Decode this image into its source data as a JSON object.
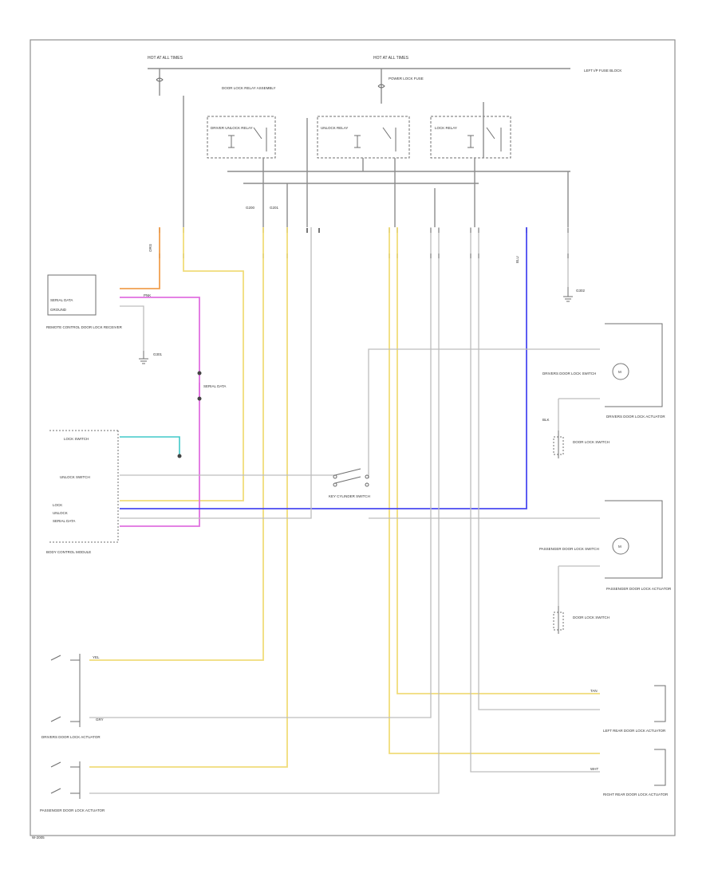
{
  "diagram": {
    "labels": {
      "hot_at_all_times_left": "HOT AT ALL TIMES",
      "hot_at_all_times_mid": "HOT AT ALL TIMES",
      "left_ip_fuse_block": "LEFT I/P FUSE BLOCK",
      "power_lock_fuse": "POWER LOCK FUSE",
      "door_lock_relay": "DOOR LOCK RELAY ASSEMBLY",
      "unlock_relay": "UNLOCK RELAY",
      "driver_unlock_relay": "DRIVER UNLOCK RELAY",
      "lock_relay": "LOCK RELAY",
      "remote_control_door_lock_receiver": "REMOTE CONTROL DOOR LOCK RECEIVER",
      "g200": "G200",
      "g201": "G201",
      "g301": "G301",
      "g302": "G302",
      "serial_data": "SERIAL DATA",
      "ground": "GROUND",
      "body_control_module": "BODY CONTROL MODULE",
      "lock_switch": "LOCK SWITCH",
      "unlock_switch": "UNLOCK SWITCH",
      "drivers_door_lock_actuator": "DRIVERS DOOR LOCK ACTUATOR",
      "passenger_door_lock_actuator": "PASSENGER DOOR LOCK ACTUATOR",
      "left_rear_door_lock_actuator": "LEFT REAR DOOR LOCK ACTUATOR",
      "right_rear_door_lock_actuator": "RIGHT REAR DOOR LOCK ACTUATOR",
      "drivers_door_lock_switch": "DRIVERS DOOR LOCK SWITCH",
      "passenger_door_lock_switch": "PASSENGER DOOR LOCK SWITCH",
      "key_cylinder_switch": "KEY CYLINDER SWITCH",
      "door_lock_switch": "DOOR LOCK SWITCH",
      "lock": "LOCK",
      "unlock": "UNLOCK",
      "motor": "M",
      "wire_org": "ORG",
      "wire_yel": "YEL",
      "wire_pnk": "PNK",
      "wire_blu": "BLU",
      "wire_gry": "GRY",
      "wire_tan": "TAN",
      "wire_blk": "BLK",
      "wire_wht": "WHT",
      "footer": "W-2005"
    },
    "colors": {
      "orange": "#f0a050",
      "yellow": "#f0dc7a",
      "pink": "#e070e0",
      "blue": "#4a4af0",
      "cyan": "#40c8c8",
      "gray": "#bdbdbd"
    }
  }
}
